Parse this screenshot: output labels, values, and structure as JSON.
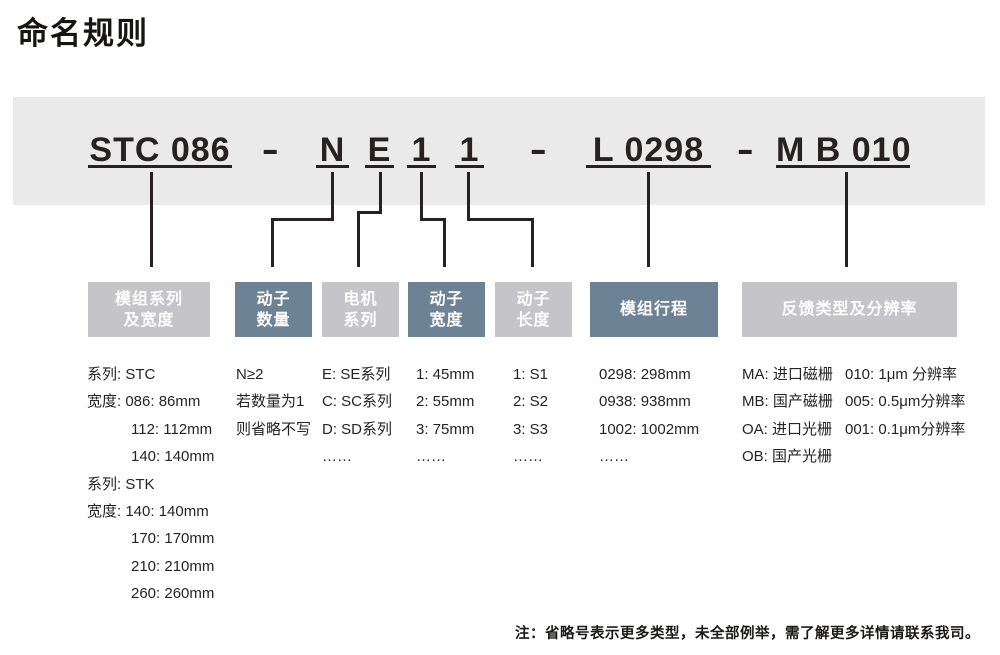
{
  "title": "命名规则",
  "code": {
    "series": "STC 086",
    "dash": "-",
    "mover_count": "N",
    "motor_series": "E",
    "mover_width": "1",
    "mover_length": "1",
    "stroke": "L 0298",
    "feedback": "M B 010"
  },
  "boxes": {
    "series": {
      "line1": "模组系列",
      "line2": "及宽度"
    },
    "mover_count": {
      "line1": "动子",
      "line2": "数量"
    },
    "motor_series": {
      "line1": "电机",
      "line2": "系列"
    },
    "mover_width": {
      "line1": "动子",
      "line2": "宽度"
    },
    "mover_length": {
      "line1": "动子",
      "line2": "长度"
    },
    "stroke": {
      "line1": "模组行程"
    },
    "feedback": {
      "line1": "反馈类型及分辨率"
    }
  },
  "columns": {
    "series_width": [
      {
        "text": "系列: STC"
      },
      {
        "text": "宽度: 086: 86mm"
      },
      {
        "text": "112: 112mm",
        "indent": 44
      },
      {
        "text": "140: 140mm",
        "indent": 44
      },
      {
        "text": "系列: STK"
      },
      {
        "text": "宽度: 140: 140mm"
      },
      {
        "text": "170: 170mm",
        "indent": 44
      },
      {
        "text": "210: 210mm",
        "indent": 44
      },
      {
        "text": "260: 260mm",
        "indent": 44
      }
    ],
    "mover_count": [
      {
        "text": "N≥2"
      },
      {
        "text": "若数量为1"
      },
      {
        "text": "则省略不写"
      }
    ],
    "motor_series": [
      {
        "text": "E: SE系列"
      },
      {
        "text": "C: SC系列"
      },
      {
        "text": "D: SD系列"
      },
      {
        "text": "……"
      }
    ],
    "mover_width": [
      {
        "text": "1: 45mm"
      },
      {
        "text": "2: 55mm"
      },
      {
        "text": "3: 75mm"
      },
      {
        "text": "……"
      }
    ],
    "mover_length": [
      {
        "text": "1: S1"
      },
      {
        "text": "2: S2"
      },
      {
        "text": "3: S3"
      },
      {
        "text": "……"
      }
    ],
    "stroke": [
      {
        "text": "0298: 298mm"
      },
      {
        "text": "0938: 938mm"
      },
      {
        "text": "1002: 1002mm"
      },
      {
        "text": "……"
      }
    ],
    "feedback_type": [
      {
        "text": "MA: 进口磁栅"
      },
      {
        "text": "MB: 国产磁栅"
      },
      {
        "text": "OA: 进口光栅"
      },
      {
        "text": "OB: 国产光栅"
      }
    ],
    "feedback_resolution": [
      {
        "text": "010: 1μm 分辨率"
      },
      {
        "text": "005: 0.5μm分辨率"
      },
      {
        "text": "001: 0.1μm分辨率"
      }
    ]
  },
  "note": "注：省略号表示更多类型，未全部例举，需了解更多详情请联系我司。",
  "colors": {
    "band": "#eaeaea",
    "box_light": "#c5c4c8",
    "box_dark": "#6e8296",
    "ink": "#262221"
  }
}
